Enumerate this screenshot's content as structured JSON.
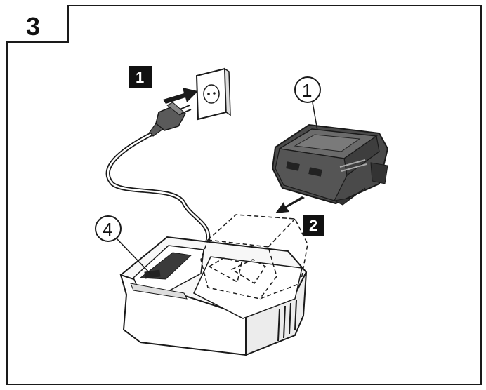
{
  "panel": {
    "number": "3"
  },
  "steps": [
    {
      "id": "step-1",
      "label": "1"
    },
    {
      "id": "step-2",
      "label": "2"
    }
  ],
  "callouts": [
    {
      "id": "battery",
      "label": "1"
    },
    {
      "id": "indicator",
      "label": "4"
    }
  ],
  "colors": {
    "line": "#1a1a1a",
    "fill_dark": "#4a4a4a",
    "fill_mid": "#6b6b6b",
    "fill_light": "#f2f2f2"
  },
  "icons": [
    "wall-socket-icon",
    "plug-icon",
    "battery-pack-icon",
    "charger-icon",
    "arrow-icon"
  ]
}
